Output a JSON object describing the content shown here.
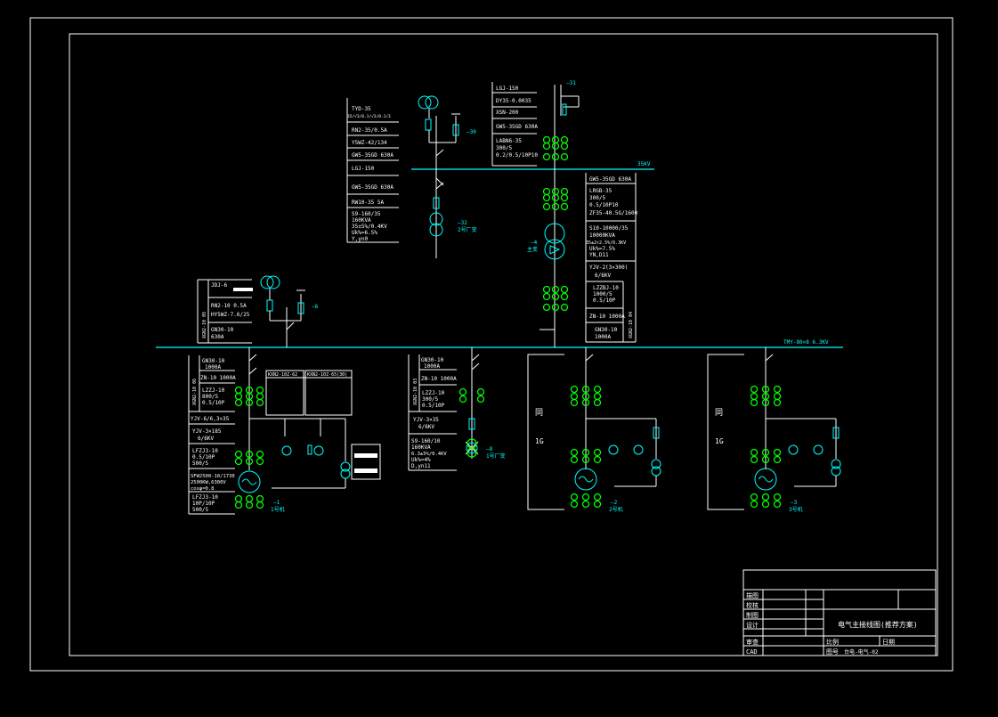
{
  "colors": {
    "background": "#000000",
    "line": "#ffffff",
    "bus": "#00ffff",
    "device": "#00ff00",
    "text": "#00ffff",
    "frame": "#ffffff"
  },
  "bus35": {
    "label": "35KV"
  },
  "bus6": {
    "label": "TMY-80×8  6.3KV"
  },
  "pt35_table": {
    "rows": [
      "TYD-35",
      "35/√3/0.1/√3/0.1/3",
      "RN2-35/0.5A",
      "Y5WZ-42/134",
      "GW5-35GD 630A",
      "LGJ-150",
      "GW5-35GD 630A",
      "RW10-35 5A",
      "S9-160/35",
      "160KVA",
      "35±5%/0.4KV",
      "Uk%=6.5%",
      "Y,yn0"
    ]
  },
  "incoming_table": {
    "rows": [
      "LGJ-150",
      "DY35-0.0035",
      "XSN-200",
      "GW5-35GD 630A",
      "LABN6-35",
      "300/5",
      "0.2/0.5/10P10"
    ]
  },
  "main_tx_table": {
    "rows": [
      "GW5-35GD 630A",
      "LRGB-35",
      "300/5",
      "0.5/10P10",
      "ZF35-40.5G/1600",
      "S10-10000/35",
      "10000KVA",
      "35±2×2.5%/6.3KV",
      "Uk%=7.5%",
      "YN,D11",
      "YJV-2(3×300)",
      "6/6KV",
      "LZZBJ-10",
      "1000/5",
      "0.5/10P",
      "ZN-10 1000A",
      "GN30-10",
      "1000A"
    ],
    "cabinet": "XGN2-10 04"
  },
  "pt6_table": {
    "rows": [
      "JDJ-6",
      "RN2-10 0.5A",
      "HY5WZ-7.6/25",
      "GN30-10",
      "630A"
    ],
    "cabinet": "XGN2-10 05"
  },
  "gen1_table": {
    "rows": [
      "GN30-10",
      "1000A",
      "ZN-10 1000A",
      "LZZJ-10",
      "800/5",
      "0.5/10P",
      "YJV-6/6,3×35",
      "YJV-3×185",
      "6/6KV",
      "LFZJ3-10",
      "0.5/10P",
      "500/5",
      "SFW2500-10/1730",
      "2500KW,6300V",
      "cosφ=0.8",
      "LFZJ3-10",
      "10P/10P",
      "500/5"
    ],
    "cabinet": "XGN2-10 06"
  },
  "excitation_cabinets": {
    "labels": [
      "KXN2-10Z-62",
      "KXN2-10Z-65(30)"
    ]
  },
  "aux_tx_table": {
    "rows": [
      "GN30-10",
      "1000A",
      "ZN-10 1000A",
      "LZZJ-10",
      "300/5",
      "0.5/10P",
      "YJV-3×35",
      "6/6KV",
      "S9-160/10",
      "160KVA",
      "6.3±5%/0.4KV",
      "Uk%=4%",
      "D,yn11"
    ],
    "cabinet": "XGN2-10 03"
  },
  "labels": {
    "tag_31": "—31",
    "tag_30": "—30",
    "tag_32": "—32",
    "aux2": "2号厂变",
    "tag_4": "—4",
    "main_tx": "主变",
    "tag_6": "—6",
    "tag_8": "—8",
    "aux1": "1号厂变",
    "tag_1": "—1",
    "gen1": "1号机",
    "tag_2": "—2",
    "gen2": "2号机",
    "tag_3": "—3",
    "gen3": "3号机",
    "tong": "同",
    "one_g": "1G"
  },
  "title_block": {
    "title": "电气主接线图(推荐方案)",
    "roles": [
      "描图",
      "校核",
      "制图",
      "设计",
      "审查",
      "CAD"
    ],
    "scale_label": "比例",
    "date_label": "日期",
    "drawing_no_label": "图号",
    "drawing_no": "台电-电气-02"
  }
}
